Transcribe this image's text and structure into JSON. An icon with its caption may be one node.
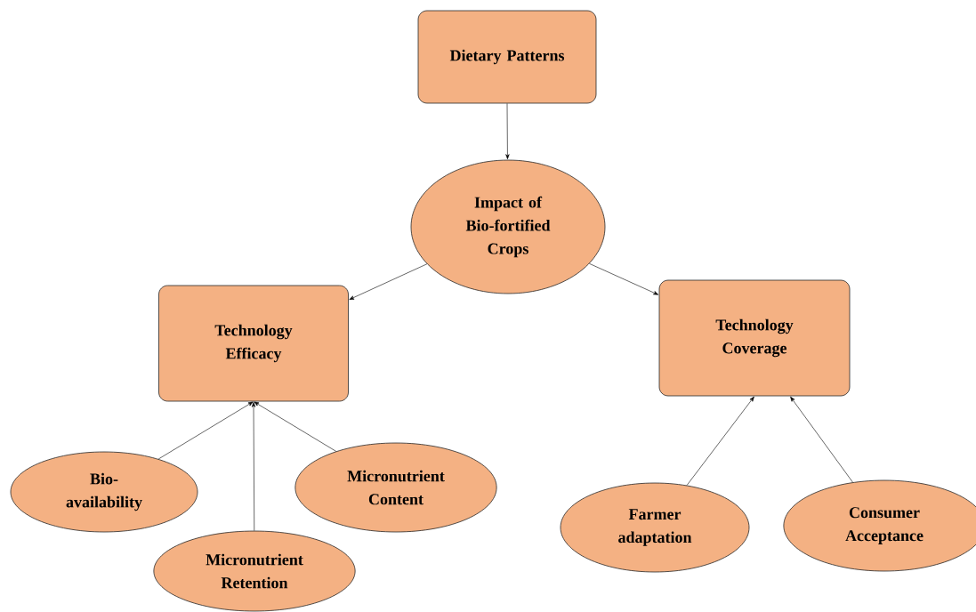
{
  "diagram": {
    "nodes": [
      {
        "text": [
          "Dietary Patterns"
        ]
      },
      {
        "text": [
          "Impact of Bio-fortified Crops"
        ]
      },
      {
        "text": [
          "Technology Efficacy"
        ]
      },
      {
        "text": [
          "Technology Coverage"
        ]
      },
      {
        "text": [
          "Bio-availability"
        ]
      },
      {
        "text": [
          "Micronutrient Content"
        ]
      },
      {
        "text": [
          "Micronutrient Retention"
        ]
      },
      {
        "text": [
          "Farmer adaptation"
        ]
      },
      {
        "text": [
          "Consumer Acceptance"
        ]
      }
    ],
    "edges": [
      {
        "from": 0,
        "to": 1,
        "arrow": "to"
      },
      {
        "from": 1,
        "to": 2,
        "arrow": "to"
      },
      {
        "from": 1,
        "to": 3,
        "arrow": "to"
      },
      {
        "from": 4,
        "to": 2,
        "arrow": "to"
      },
      {
        "from": 6,
        "to": 2,
        "arrow": "to"
      },
      {
        "from": 5,
        "to": 2,
        "arrow": "to"
      },
      {
        "from": 7,
        "to": 3,
        "arrow": "to"
      },
      {
        "from": 8,
        "to": 3,
        "arrow": "to"
      }
    ]
  }
}
